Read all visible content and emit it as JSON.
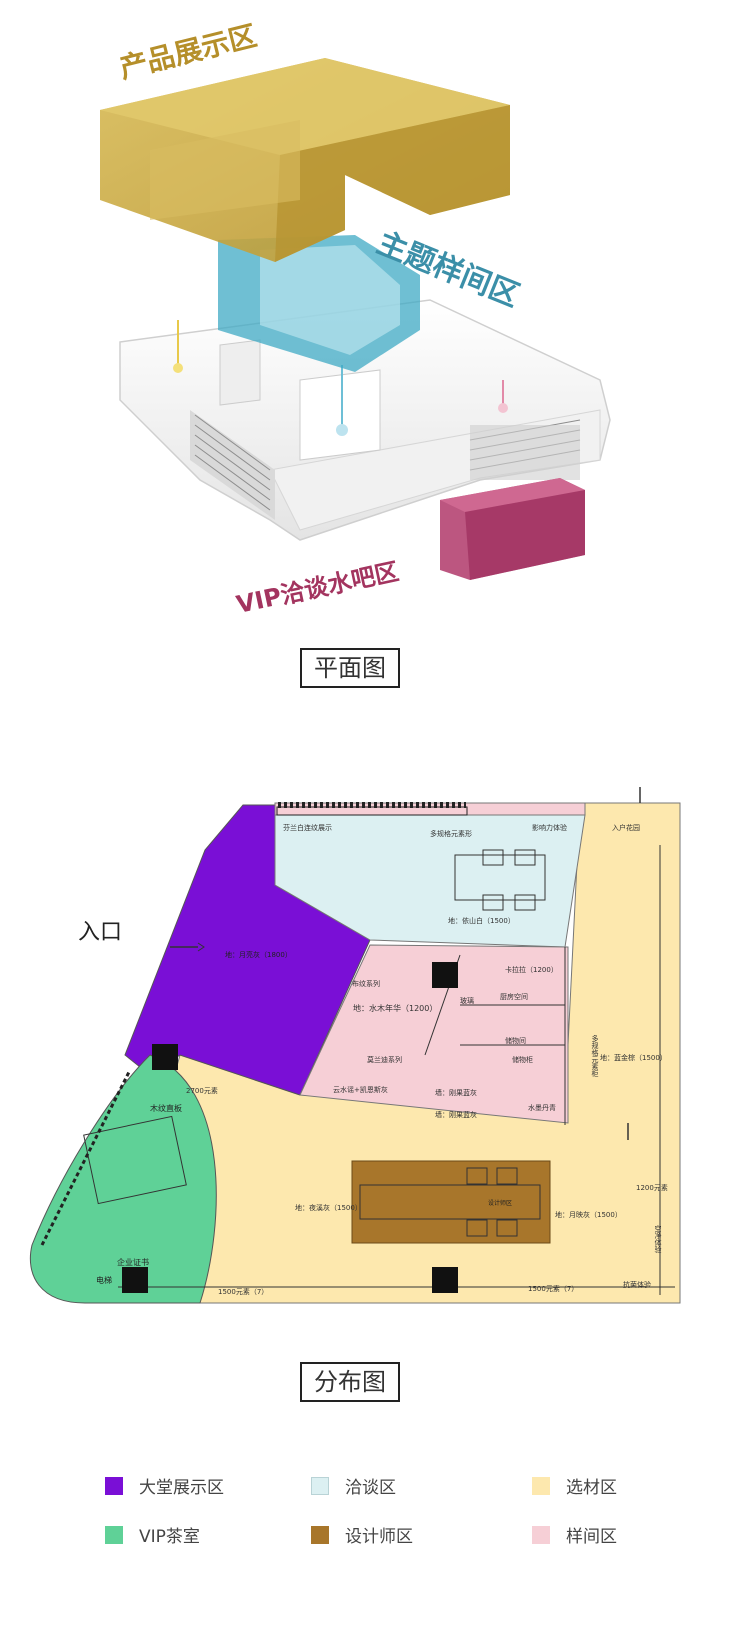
{
  "axon": {
    "labels": {
      "product": "产品展示区",
      "theme": "主题样间区",
      "vip": "VIP洽谈水吧区"
    },
    "colors": {
      "product": "#c9a43a",
      "theme": "#3fa9c4",
      "vip": "#b0386a"
    }
  },
  "sections": {
    "plan_title": "平面图",
    "dist_title": "分布图"
  },
  "floorplan": {
    "entrance": "入口",
    "labels": {
      "fenlan": "芬兰白连纹展示",
      "duoguige": "多规格元素形",
      "yingshi": "影响力体验",
      "garden": "入户花园",
      "di_yishan": "地：依山白（1500）",
      "di_yueliang": "地：月亮灰（1800）",
      "buwen": "布纹系列",
      "shuimu": "地：水木年华（1200）",
      "kalala": "卡拉拉（1200）",
      "boli": "玻璃",
      "chufang": "厨房空间",
      "chuwu": "储物间",
      "chuwugui": "储物柜",
      "morandi": "莫兰迪系列",
      "yunshui": "云水谣+凯恩斯灰",
      "qiang1": "墙：刚果蓝灰",
      "qiang2": "墙：刚果蓝灰",
      "shuimo": "水墨丹青",
      "duogui": "多规格元素柜",
      "lanjin": "地：蓝金棕（1500）",
      "p2700": "2700元素",
      "muwen": "木纹直板",
      "yexi": "地：夜溪灰（1500）",
      "yuedeng": "地：月映灰（1500）",
      "p1200": "1200元素",
      "qiye": "企业证书",
      "dianti": "电梯",
      "p1500a": "1500元素（7）",
      "p1500b": "1500元素（7）",
      "kangjun": "抗菌体验",
      "kongjing": "空净体验",
      "design": "设计师区"
    }
  },
  "legend": {
    "items": [
      {
        "label": "大堂展示区",
        "color": "#7a0fd6"
      },
      {
        "label": "洽谈区",
        "color": "#dcf0f2"
      },
      {
        "label": "选材区",
        "color": "#fde8ae"
      },
      {
        "label": "VIP茶室",
        "color": "#5fd197"
      },
      {
        "label": "设计师区",
        "color": "#a8762b"
      },
      {
        "label": "样间区",
        "color": "#f6cfd6"
      }
    ]
  }
}
